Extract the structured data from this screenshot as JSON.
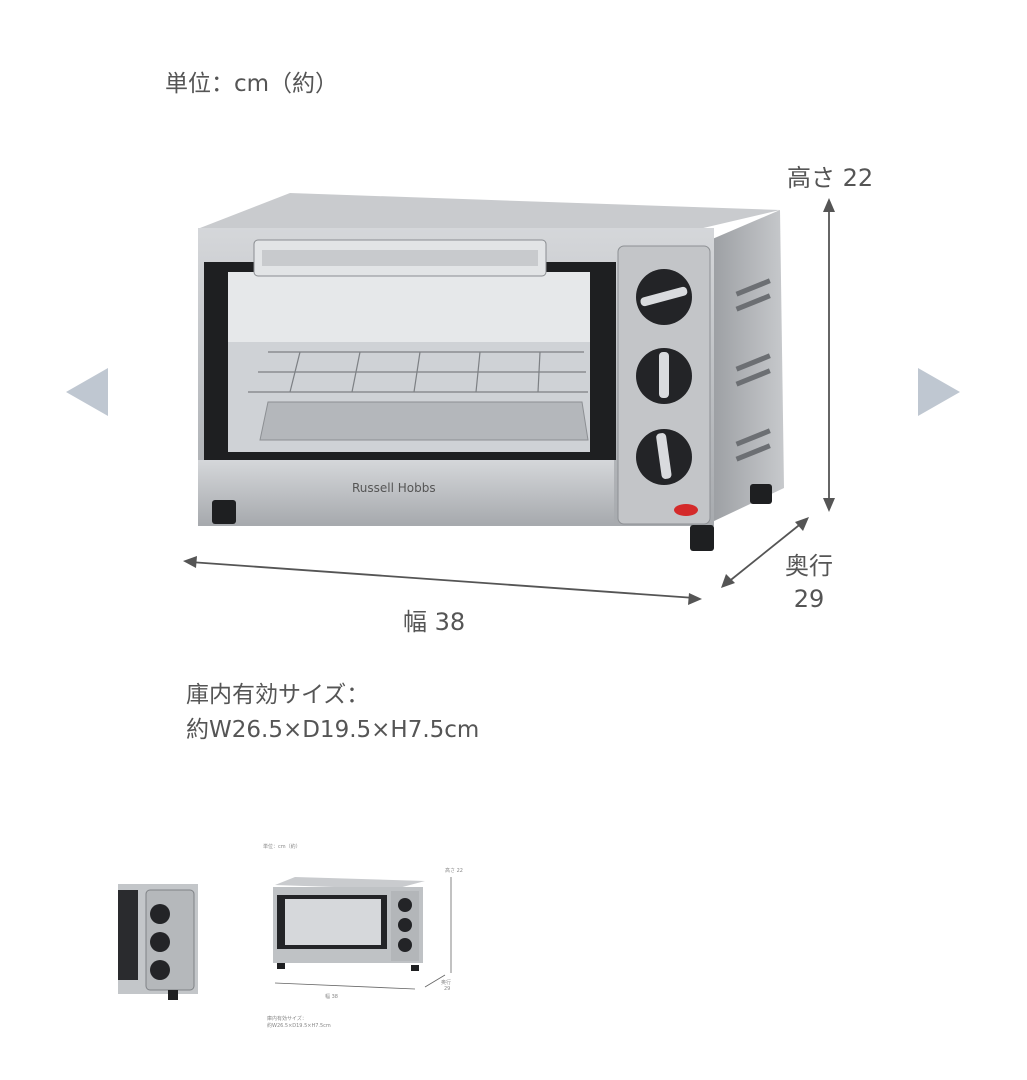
{
  "unit_label": "単位：cm（約）",
  "height_label": "高さ 22",
  "width_label": "幅 38",
  "depth_label": [
    "奥行",
    "29"
  ],
  "interior": {
    "line1": "庫内有効サイズ：",
    "line2": "約W26.5×D19.5×H7.5cm"
  },
  "brand": "Russell Hobbs",
  "nav": {
    "prev": "prev-arrow",
    "next": "next-arrow"
  },
  "colors": {
    "arrow": "#bfc7d1",
    "steel": "#b9bcc0",
    "dark": "#1e1f21",
    "indicator": "#d42a2a"
  }
}
